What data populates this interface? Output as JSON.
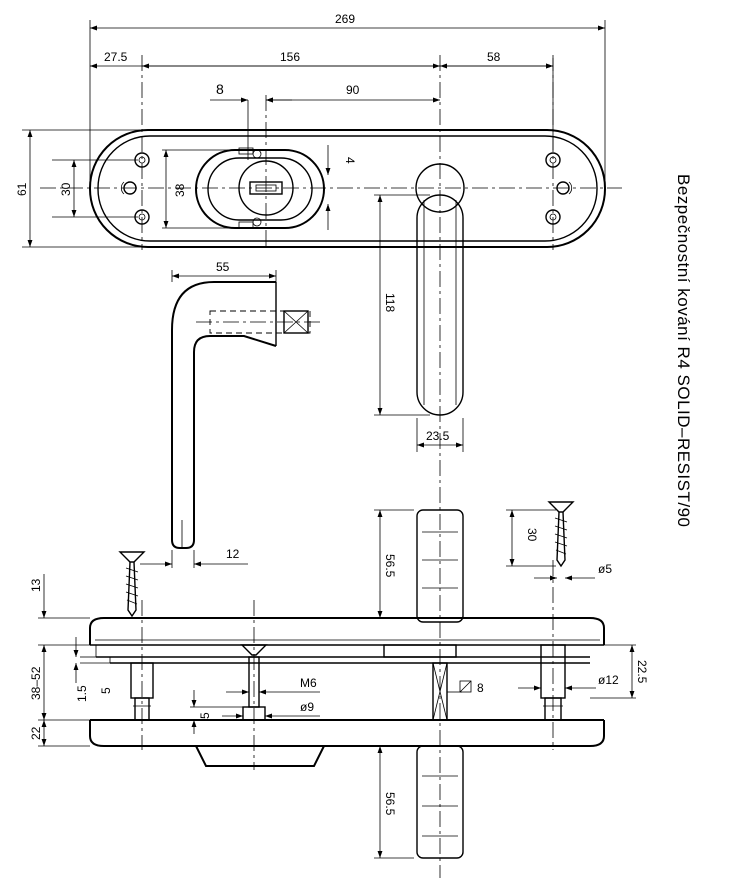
{
  "title": "Bezpečnostní  kování  R4  SOLID–RESIST/90",
  "dimensions": {
    "overall_length": "269",
    "left_offset": "27.5",
    "screw_spacing": "156",
    "right_offset": "58",
    "cylinder_offset": "8",
    "cylinder_to_handle": "90",
    "plate_height": "61",
    "screw_vertical": "30",
    "cylinder_height": "38",
    "cylinder_margin": "4",
    "handle_length": "118",
    "handle_width": "23.5",
    "handle_reach": "55",
    "handle_grip": "12",
    "knob_length_top": "56.5",
    "plate_thickness": "13",
    "door_thickness": "38–52",
    "gap_small": "1.5",
    "gap_five_left": "5",
    "gap_five_mid": "5",
    "bolt_thread": "M6",
    "bolt_diameter": "ø9",
    "spindle_square": "8",
    "bushing_diameter": "ø12",
    "bushing_height": "22.5",
    "screw_diameter": "ø5",
    "screw_length": "30",
    "back_plate": "22",
    "knob_length_bottom": "56.5"
  }
}
